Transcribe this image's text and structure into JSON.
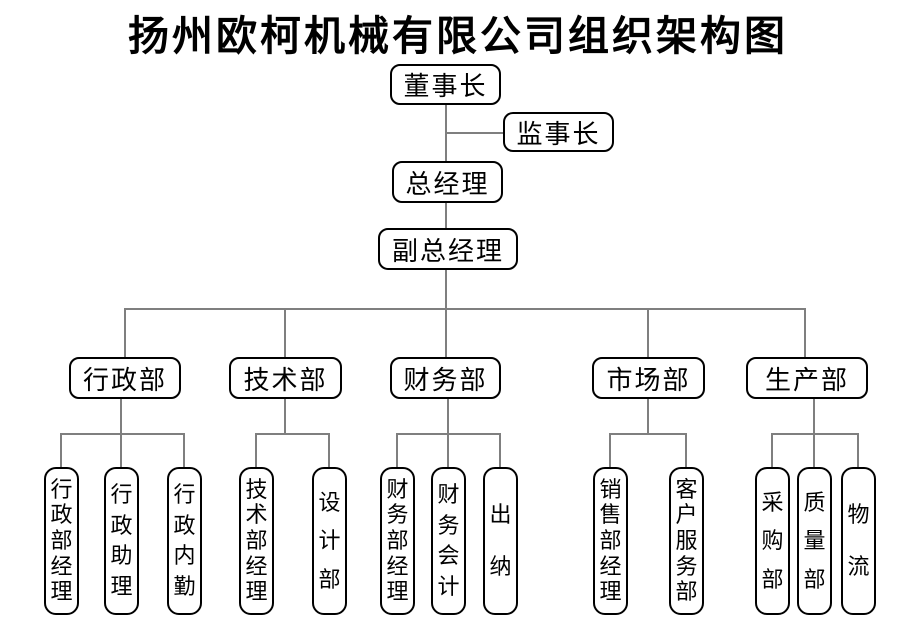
{
  "title": "扬州欧柯机械有限公司组织架构图",
  "colors": {
    "line": "#7f7f7f",
    "box_border": "#000000",
    "text": "#000000",
    "background": "#ffffff"
  },
  "org": {
    "chairman": "董事长",
    "supervisor": "监事长",
    "general_manager": "总经理",
    "deputy_general_manager": "副总经理",
    "departments": [
      {
        "label": "行政部",
        "children": [
          "行政部经理",
          "行政助理",
          "行政内勤"
        ]
      },
      {
        "label": "技术部",
        "children": [
          "技术部经理",
          "设计部"
        ]
      },
      {
        "label": "财务部",
        "children": [
          "财务部经理",
          "财务会计",
          "出纳"
        ]
      },
      {
        "label": "市场部",
        "children": [
          "销售部经理",
          "客户服务部"
        ]
      },
      {
        "label": "生产部",
        "children": [
          "采购部",
          "质量部",
          "物流"
        ]
      }
    ]
  }
}
